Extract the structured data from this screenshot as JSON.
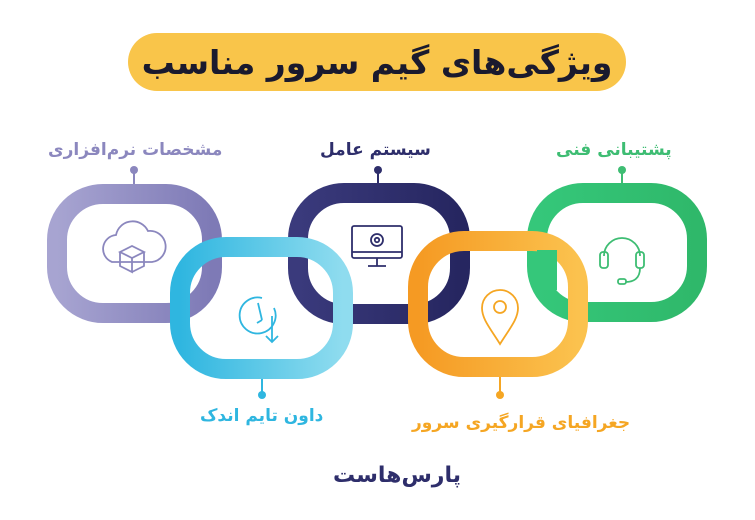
{
  "title": "ویژگی‌های گیم سرور مناسب",
  "features": {
    "software": "مشخصات نرم‌افزاری",
    "os": "سیستم عامل",
    "support": "پشتیبانی فنی",
    "downtime": "داون تایم اندک",
    "geo": "جغرافیای قرارگیری سرور"
  },
  "icons": [
    "cloud-box-icon",
    "stopwatch-icon",
    "monitor-gear-icon",
    "location-pin-icon",
    "headset-icon"
  ],
  "colors": {
    "title_bg": "#f9c54a",
    "software": "#8b87be",
    "downtime": "#2fb6e0",
    "os": "#2e2e6b",
    "geo": "#f5a623",
    "support": "#3ebd73"
  },
  "logo": "پارس‌هاست"
}
